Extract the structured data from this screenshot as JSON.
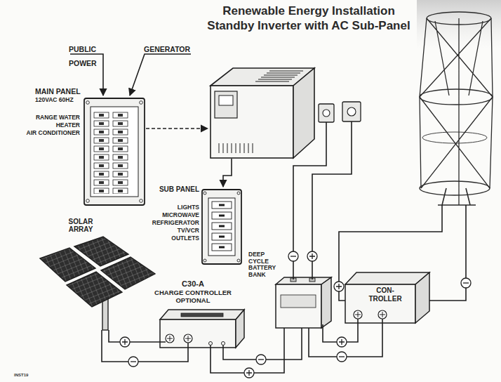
{
  "diagram": {
    "title": "Renewable Energy Installation Standby Inverter with AC Sub-Panel",
    "nodes": [
      {
        "text": [
          "MAIN PANEL",
          "120VAC 60HZ",
          "RANGE WATER HEATER AIR CONDITIONER"
        ]
      },
      {
        "text": [
          "SUB PANEL",
          "LIGHTS MICROWAVE REFRIGERATOR TV/VCR OUTLETS"
        ]
      },
      {
        "text": [
          "SOLAR ARRAY"
        ]
      },
      {
        "text": [
          "DEEP CYCLE BATTERY BANK"
        ]
      },
      {
        "text": [
          "CON- TROLLER"
        ]
      },
      {
        "text": [
          "C30-A",
          "CHARGE CONTROLLER OPTIONAL"
        ]
      }
    ],
    "edges": [
      {
        "from": 2,
        "to": 5,
        "arrow": "none"
      },
      {
        "from": 5,
        "to": 3,
        "arrow": "none"
      },
      {
        "from": 4,
        "to": 3,
        "arrow": "none"
      }
    ],
    "labels": [
      "PUBLIC POWER",
      "GENERATOR",
      "INST19"
    ]
  }
}
